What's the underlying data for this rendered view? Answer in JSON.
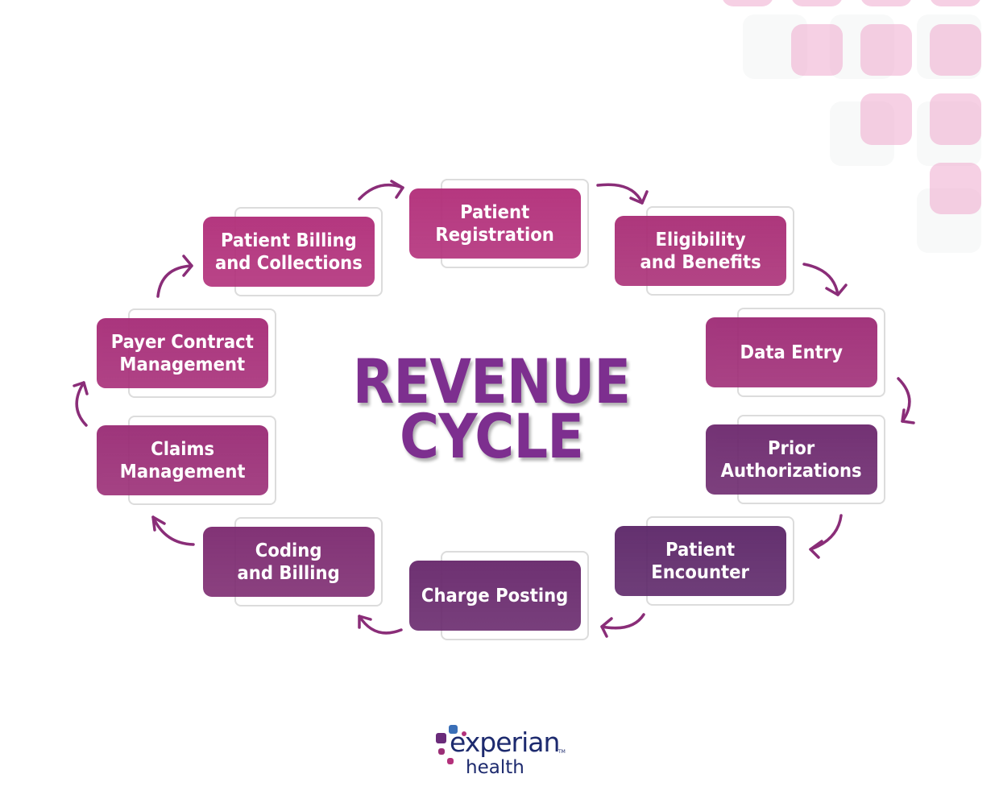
{
  "diagram": {
    "title_line1": "REVENUE",
    "title_line2": "CYCLE",
    "steps": [
      {
        "label": "Patient Registration",
        "color": "#b3317b"
      },
      {
        "label": "Eligibility and Benefits",
        "color": "#ab3178"
      },
      {
        "label": "Data Entry",
        "color": "#a02f78"
      },
      {
        "label": "Prior Authorizations",
        "color": "#6f2c70"
      },
      {
        "label": "Patient Encounter",
        "color": "#5f2a6b"
      },
      {
        "label": "Charge Posting",
        "color": "#6a2b6e"
      },
      {
        "label": "Coding and Billing",
        "color": "#7e2d72"
      },
      {
        "label": "Claims Management",
        "color": "#9b2f77"
      },
      {
        "label": "Payer Contract Management",
        "color": "#a82f79"
      },
      {
        "label": "Patient Billing and Collections",
        "color": "#b2317b"
      }
    ],
    "arrow_color": "#8a2d78"
  },
  "logo": {
    "brand": "experian",
    "sub": "health",
    "tm": "TM"
  }
}
